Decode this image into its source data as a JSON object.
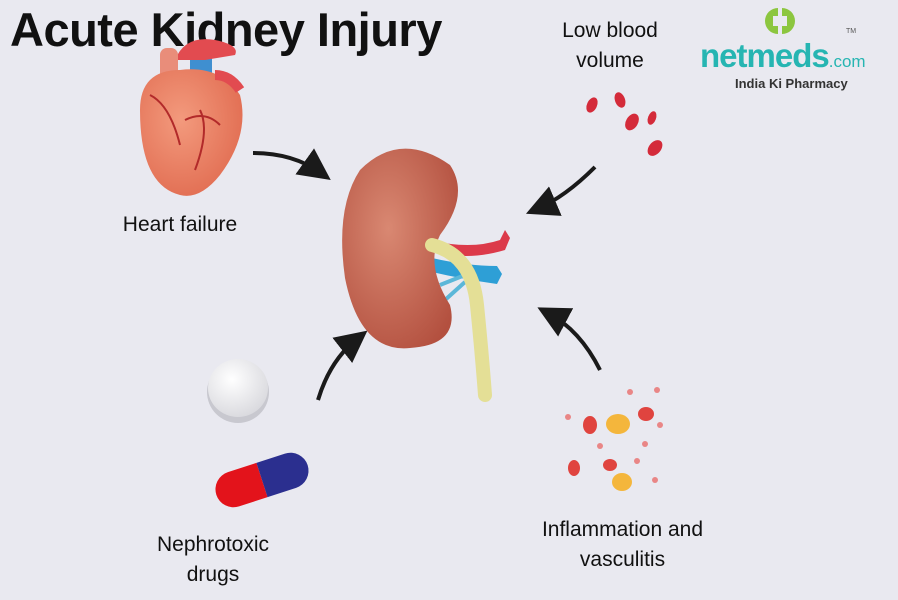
{
  "title": "Acute Kidney Injury",
  "causes": {
    "heart": "Heart failure",
    "blood_line1": "Low blood",
    "blood_line2": "volume",
    "drugs_line1": "Nephrotoxic",
    "drugs_line2": "drugs",
    "inflammation_line1": "Inflammation and",
    "inflammation_line2": "vasculitis"
  },
  "logo": {
    "name": "netmeds",
    "suffix": ".com",
    "trademark": "TM",
    "tagline": "India Ki Pharmacy"
  },
  "colors": {
    "background": "#e9e9f0",
    "kidney": "#c96a58",
    "brand_teal": "#26b5b2",
    "brand_green": "#8cc63f",
    "blood_red": "#d42b3a"
  }
}
